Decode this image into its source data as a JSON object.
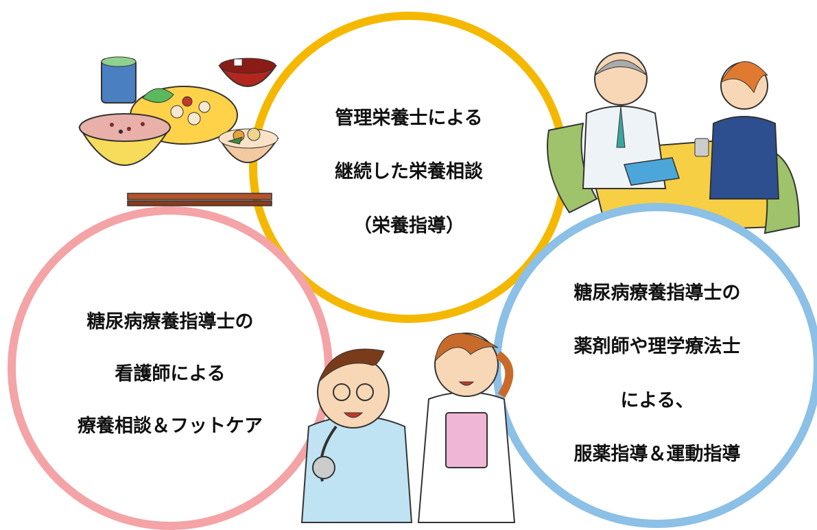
{
  "diagram": {
    "nutrition": {
      "lines": [
        "管理栄養士による",
        "継続した栄養相談",
        "（栄養指導）"
      ],
      "color": "#f5b800"
    },
    "nursing": {
      "lines": [
        "糖尿病療養指導士の",
        "看護師による",
        "療養相談＆フットケア"
      ],
      "color": "#f4a3a6"
    },
    "pharmacy": {
      "lines": [
        "糖尿病療養指導士の",
        "薬剤師や理学療法士",
        "による、",
        "服薬指導＆運動指導"
      ],
      "color": "#8cc0e6"
    }
  },
  "illustrations": [
    "meal-illustration",
    "consultation-illustration",
    "medical-staff-illustration"
  ]
}
